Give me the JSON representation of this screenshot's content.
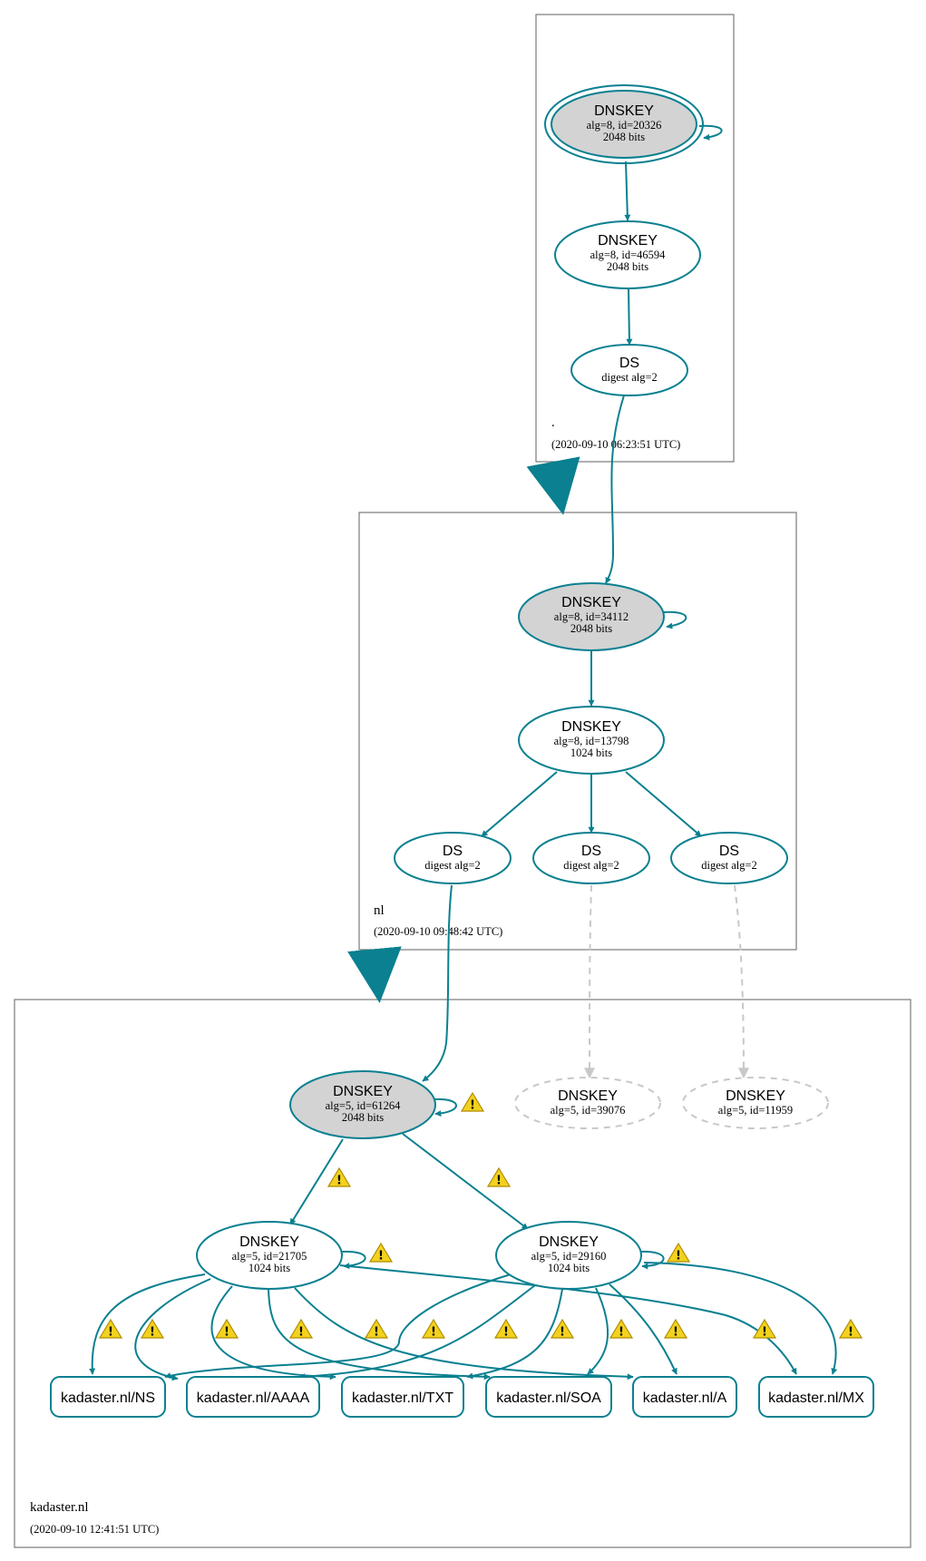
{
  "zones": {
    "root": {
      "name": ".",
      "time": "(2020-09-10 06:23:51 UTC)"
    },
    "nl": {
      "name": "nl",
      "time": "(2020-09-10 09:48:42 UTC)"
    },
    "kadaster": {
      "name": "kadaster.nl",
      "time": "(2020-09-10 12:41:51 UTC)"
    }
  },
  "nodes": {
    "root_ksk": {
      "title": "DNSKEY",
      "line1": "alg=8, id=20326",
      "line2": "2048 bits"
    },
    "root_zsk": {
      "title": "DNSKEY",
      "line1": "alg=8, id=46594",
      "line2": "2048 bits"
    },
    "root_ds": {
      "title": "DS",
      "line1": "digest alg=2"
    },
    "nl_ksk": {
      "title": "DNSKEY",
      "line1": "alg=8, id=34112",
      "line2": "2048 bits"
    },
    "nl_zsk": {
      "title": "DNSKEY",
      "line1": "alg=8, id=13798",
      "line2": "1024 bits"
    },
    "nl_ds1": {
      "title": "DS",
      "line1": "digest alg=2"
    },
    "nl_ds2": {
      "title": "DS",
      "line1": "digest alg=2"
    },
    "nl_ds3": {
      "title": "DS",
      "line1": "digest alg=2"
    },
    "k_ksk": {
      "title": "DNSKEY",
      "line1": "alg=5, id=61264",
      "line2": "2048 bits"
    },
    "k_ghost1": {
      "title": "DNSKEY",
      "line1": "alg=5, id=39076"
    },
    "k_ghost2": {
      "title": "DNSKEY",
      "line1": "alg=5, id=11959"
    },
    "k_zsk1": {
      "title": "DNSKEY",
      "line1": "alg=5, id=21705",
      "line2": "1024 bits"
    },
    "k_zsk2": {
      "title": "DNSKEY",
      "line1": "alg=5, id=29160",
      "line2": "1024 bits"
    }
  },
  "rrsets": [
    "kadaster.nl/NS",
    "kadaster.nl/AAAA",
    "kadaster.nl/TXT",
    "kadaster.nl/SOA",
    "kadaster.nl/A",
    "kadaster.nl/MX"
  ],
  "colors": {
    "edge": "#0a8090",
    "ksk_fill": "#d3d3d3",
    "ghost": "#c8c8c8",
    "warning": "#f2d21e"
  },
  "icons": {
    "warning": "warning-triangle-icon"
  }
}
